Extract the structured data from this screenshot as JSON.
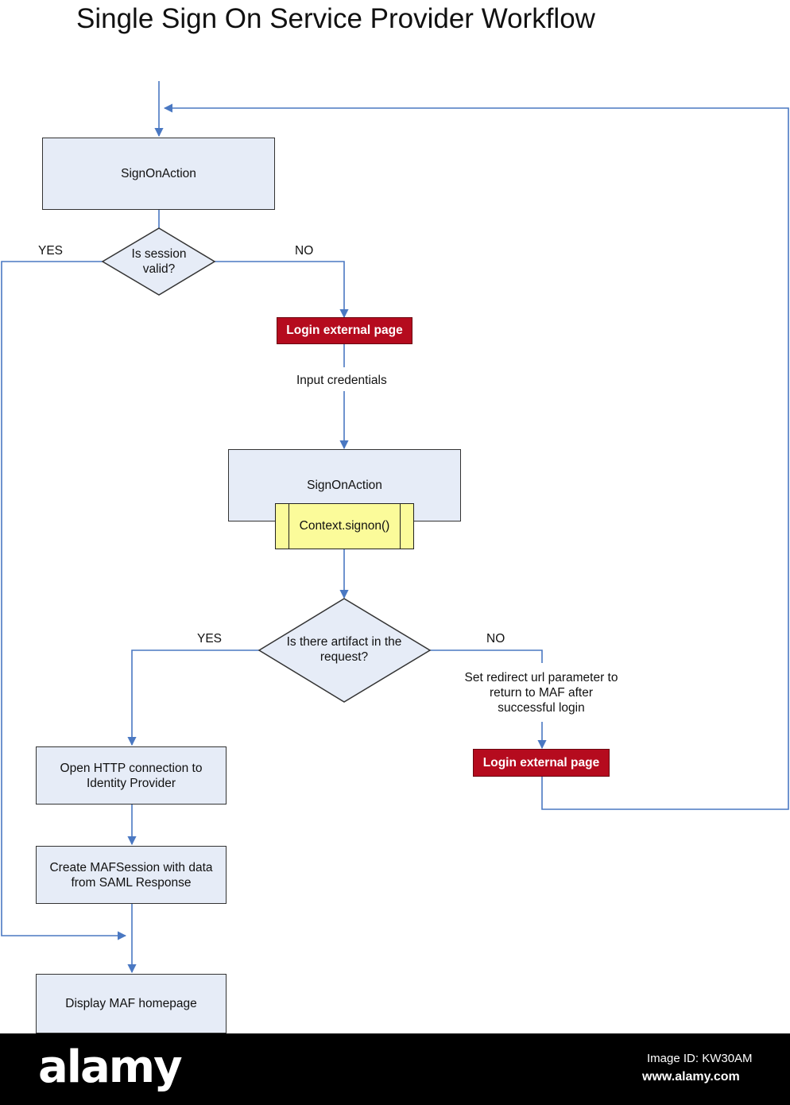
{
  "title": "Single Sign On Service Provider Workflow",
  "nodes": {
    "signon_action_1": "SignOnAction",
    "session_decision": "Is session valid?",
    "login_page_1": "Login external page",
    "input_credentials": "Input credentials",
    "signon_action_2": "SignOnAction",
    "context_signon": "Context.signon()",
    "artifact_decision": "Is there artifact in the request?",
    "set_redirect": "Set redirect url parameter to return to MAF after successful login",
    "login_page_2": "Login external page",
    "open_http": "Open HTTP connection to Identity Provider",
    "create_session": "Create MAFSession with data from SAML Response",
    "display_homepage": "Display MAF homepage"
  },
  "labels": {
    "session_yes": "YES",
    "session_no": "NO",
    "artifact_yes": "YES",
    "artifact_no": "NO"
  },
  "watermark": {
    "logo": "alamy",
    "image_id": "Image ID: KW30AM",
    "site": "www.alamy.com"
  },
  "colors": {
    "connector": "#4a78c2",
    "box_fill": "#e6ecf7",
    "login_fill": "#b50b1e",
    "process_fill": "#fbfb9a"
  }
}
